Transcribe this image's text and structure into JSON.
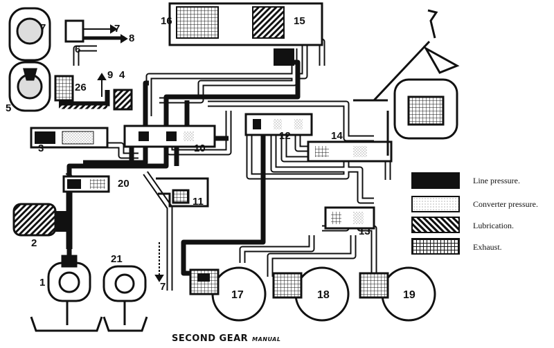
{
  "title": "SECOND GEAR",
  "subtitle": "MANUAL",
  "legend": [
    {
      "label": "Line pressure.",
      "pattern": "solid-black"
    },
    {
      "label": "Converter pressure.",
      "pattern": "stipple"
    },
    {
      "label": "Lubrication.",
      "pattern": "hatch"
    },
    {
      "label": "Exhaust.",
      "pattern": "grid"
    }
  ],
  "labels": [
    "1",
    "2",
    "3",
    "4",
    "5",
    "6",
    "7",
    "8",
    "9",
    "10",
    "11",
    "12",
    "13",
    "14",
    "15",
    "16",
    "17",
    "18",
    "19",
    "20",
    "21",
    "26"
  ],
  "colors": {
    "ink": "#111111",
    "paper": "#ffffff",
    "stipple": "#cfcfcf"
  }
}
